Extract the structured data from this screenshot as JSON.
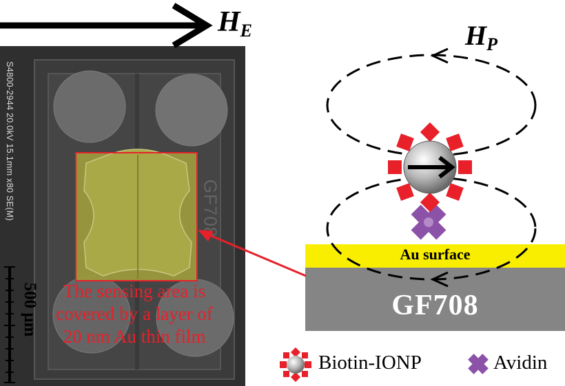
{
  "labels": {
    "he_main": "H",
    "he_sub": "E",
    "hp_main": "H",
    "hp_sub": "P"
  },
  "sem": {
    "info": "S4800-2944 20.0kV 15.1mm x80 SE(M)",
    "scale_bar": "500 μm",
    "chip_label": "GF708",
    "sensing_note": [
      "The sensing area is",
      "covered by a layer of",
      "20 nm Au thin film"
    ]
  },
  "substrate": {
    "au_label": "Au surface",
    "gf_label": "GF708"
  },
  "legend": {
    "ionp_label": "Biotin-IONP",
    "avidin_label": "Avidin"
  },
  "colors": {
    "sem_background": "#2f2f2f",
    "sensing_overlay": "#9b9a3e",
    "annotation_red": "#e8202a",
    "biotin_red": "#e8202a",
    "avidin_purple": "#8b52a8",
    "au_yellow": "#f9ee00",
    "gf_gray": "#858585"
  }
}
